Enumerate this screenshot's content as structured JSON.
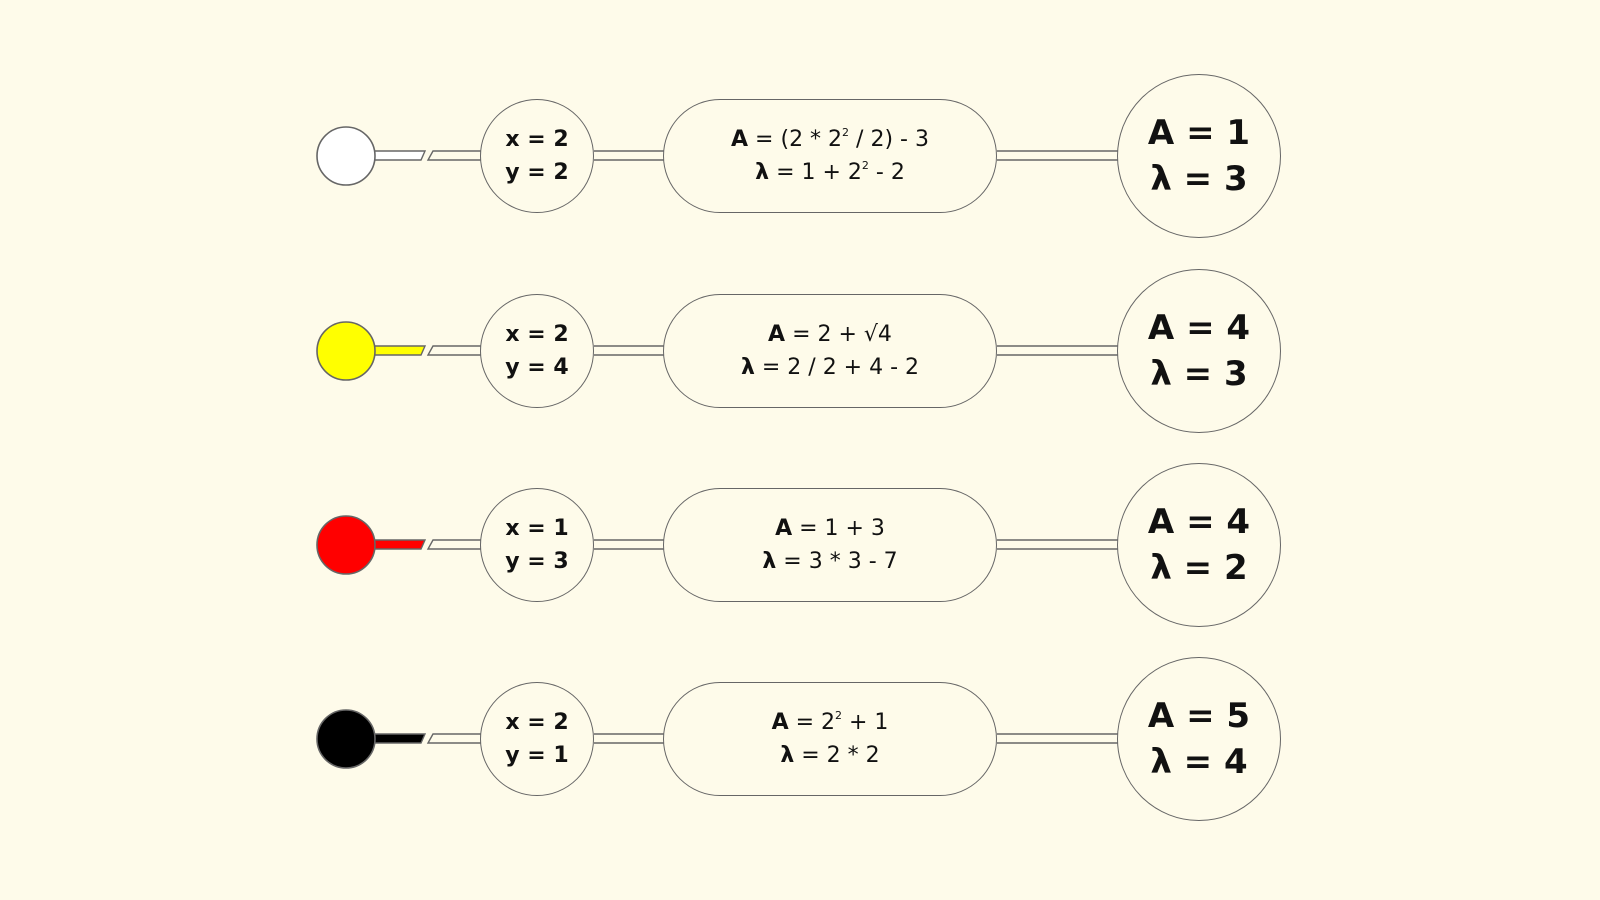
{
  "rows": [
    {
      "marker_color": "#ffffff",
      "input": {
        "x": "x = 2",
        "y": "y = 2"
      },
      "equation": {
        "a": [
          {
            "text": "A",
            "bold": true
          },
          {
            "text": " = (2 * 2"
          },
          {
            "text": "2",
            "sup": true
          },
          {
            "text": " / 2) - 3"
          }
        ],
        "l": [
          {
            "text": "λ",
            "bold": true
          },
          {
            "text": " = 1 + 2"
          },
          {
            "text": "2",
            "sup": true
          },
          {
            "text": " - 2"
          }
        ]
      },
      "result": {
        "a": "A = 1",
        "l": "λ = 3"
      }
    },
    {
      "marker_color": "#ffff00",
      "input": {
        "x": "x = 2",
        "y": "y = 4"
      },
      "equation": {
        "a": [
          {
            "text": "A",
            "bold": true
          },
          {
            "text": " = 2 + √4"
          }
        ],
        "l": [
          {
            "text": "λ",
            "bold": true
          },
          {
            "text": " = 2 / 2 + 4 - 2"
          }
        ]
      },
      "result": {
        "a": "A = 4",
        "l": "λ = 3"
      }
    },
    {
      "marker_color": "#ff0000",
      "input": {
        "x": "x = 1",
        "y": "y = 3"
      },
      "equation": {
        "a": [
          {
            "text": "A",
            "bold": true
          },
          {
            "text": " = 1 + 3"
          }
        ],
        "l": [
          {
            "text": "λ",
            "bold": true
          },
          {
            "text": " = 3 * 3 - 7"
          }
        ]
      },
      "result": {
        "a": "A = 4",
        "l": "λ = 2"
      }
    },
    {
      "marker_color": "#000000",
      "input": {
        "x": "x = 2",
        "y": "y = 1"
      },
      "equation": {
        "a": [
          {
            "text": "A",
            "bold": true
          },
          {
            "text": " = 2"
          },
          {
            "text": "2",
            "sup": true
          },
          {
            "text": " + 1"
          }
        ],
        "l": [
          {
            "text": "λ",
            "bold": true
          },
          {
            "text": " = 2 * 2"
          }
        ]
      },
      "result": {
        "a": "A = 5",
        "l": "λ = 4"
      }
    }
  ]
}
